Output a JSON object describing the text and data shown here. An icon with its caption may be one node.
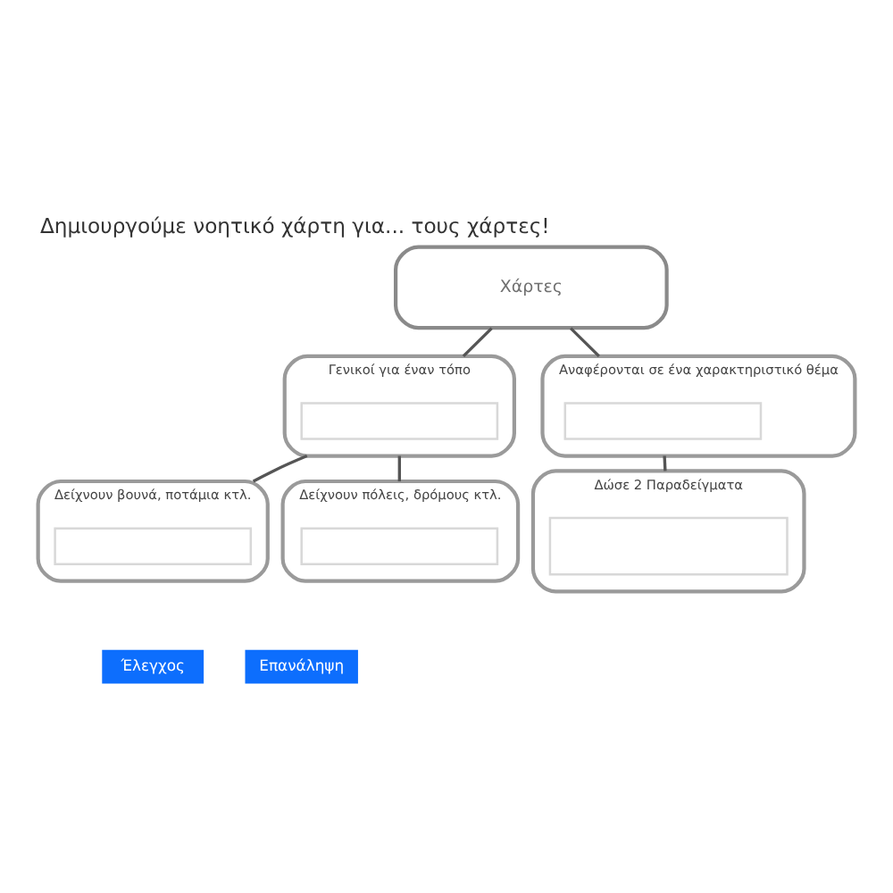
{
  "diagram": {
    "title": "Δημιουργούμε νοητικό χάρτη για... τους χάρτες!",
    "nodes": [
      {
        "text": [
          "Χάρτες"
        ]
      },
      {
        "text": [
          "Γενικοί για έναν τόπο"
        ]
      },
      {
        "text": [],
        "shape": "box",
        "in": 1
      },
      {
        "text": [
          "Αναφέρονται σε ένα χαρακτηριστικό θέμα"
        ]
      },
      {
        "text": [],
        "shape": "box",
        "in": 3
      },
      {
        "text": [
          "Δείχνουν βουνά, ποτάμια κτλ."
        ]
      },
      {
        "text": [],
        "shape": "box",
        "in": 5
      },
      {
        "text": [
          "Δείχνουν πόλεις, δρόμους κτλ."
        ]
      },
      {
        "text": [],
        "shape": "box",
        "in": 7
      },
      {
        "text": [
          "Δώσε 2 Παραδείγματα"
        ]
      },
      {
        "text": [],
        "shape": "box",
        "in": 9
      }
    ],
    "edges": [
      {
        "from": 0,
        "to": 1,
        "arrow": "none"
      },
      {
        "from": 0,
        "to": 3,
        "arrow": "none"
      },
      {
        "from": 1,
        "to": 5,
        "arrow": "none"
      },
      {
        "from": 1,
        "to": 7,
        "arrow": "none"
      },
      {
        "from": 3,
        "to": 9,
        "arrow": "none"
      }
    ],
    "labels": [
      "Έλεγχος",
      "Επανάληψη"
    ]
  }
}
